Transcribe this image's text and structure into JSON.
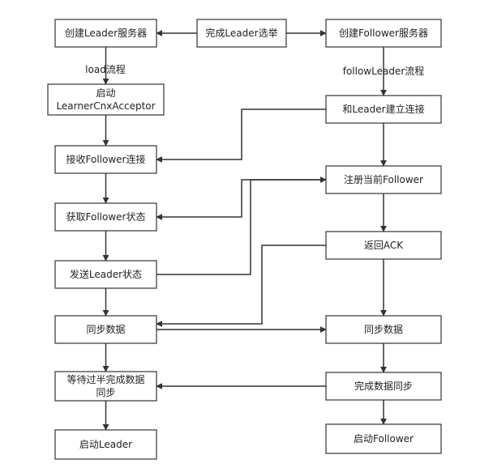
{
  "nodes": {
    "create_leader": "创建Leader服务器",
    "complete_election": "完成Leader选举",
    "create_follower": "创建Follower服务器",
    "start_acceptor": [
      "启动",
      "LearnerCnxAcceptor"
    ],
    "connect_leader": "和Leader建立连接",
    "accept_follower": "接收Follower连接",
    "register_follower": "注册当前Follower",
    "get_follower_state": "获取Follower状态",
    "return_ack": "返回ACK",
    "send_leader_state": "发送Leader状态",
    "sync_data_leader": "同步数据",
    "sync_data_follower": "同步数据",
    "wait_half": [
      "等待过半完成数据",
      "同步"
    ],
    "complete_sync": "完成数据同步",
    "start_leader": "启动Leader",
    "start_follower": "启动Follower"
  },
  "edge_labels": {
    "load_flow": "load流程",
    "follow_leader_flow": "followLeader流程"
  }
}
